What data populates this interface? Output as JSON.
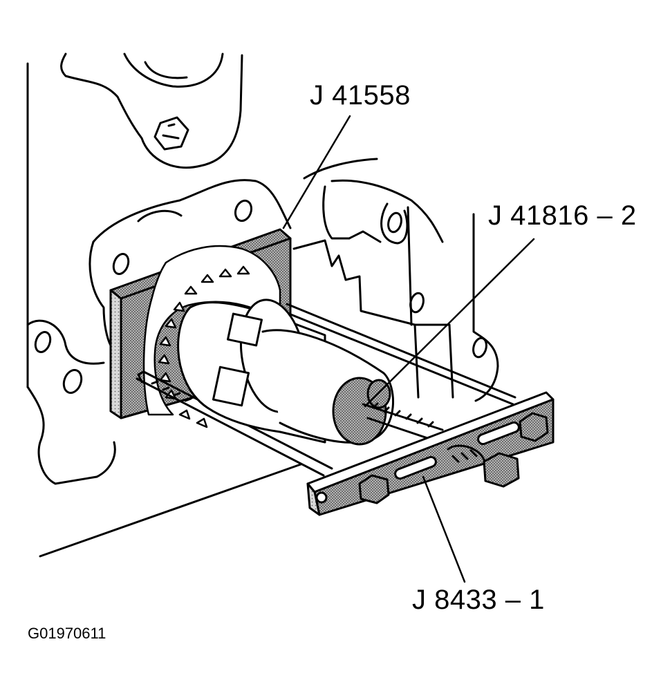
{
  "callouts": {
    "tool_a": "J 41558",
    "tool_b": "J 41816 – 2",
    "tool_c": "J 8433 – 1"
  },
  "figure_id": "G01970611",
  "colors": {
    "ink": "#000000",
    "paper": "#ffffff",
    "shade": "#9a9a9a"
  }
}
